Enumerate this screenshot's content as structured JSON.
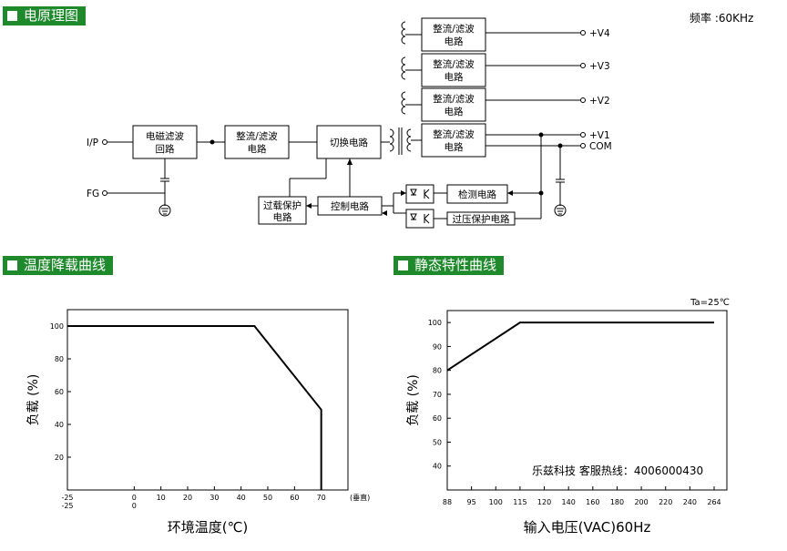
{
  "sections": {
    "block_diagram_title": "电原理图",
    "derating_title": "温度降载曲线",
    "static_title": "静态特性曲线"
  },
  "frequency_note": "频率 :60KHz",
  "diagram": {
    "input_label": "I/P",
    "fg_label": "FG",
    "emi_filter": [
      "电磁滤波",
      "回路"
    ],
    "input_rectifier": [
      "整流/滤波",
      "电路"
    ],
    "switching": "切换电路",
    "control": "控制电路",
    "overload": [
      "过载保护",
      "电路"
    ],
    "detection": "检测电路",
    "ovp": "过压保护电路",
    "output_rectifier": [
      "整流/滤波",
      "电路"
    ],
    "outputs": [
      "+V4",
      "+V3",
      "+V2",
      "+V1",
      "COM"
    ]
  },
  "chart_data": [
    {
      "type": "line",
      "title": "温度降载曲线",
      "xlabel": "环境温度(℃)",
      "ylabel": "负载 (%)",
      "x_ticks": [
        "-25",
        "0",
        "10",
        "20",
        "30",
        "40",
        "50",
        "60",
        "70"
      ],
      "x_ticks_second_row": [
        "-25",
        "0"
      ],
      "x_axis_note": "(垂直)",
      "y_ticks": [
        "20",
        "40",
        "60",
        "80",
        "100"
      ],
      "xlim": [
        -25,
        80
      ],
      "ylim": [
        0,
        110
      ],
      "series": [
        {
          "x": [
            -25,
            45,
            70,
            70
          ],
          "y": [
            100,
            100,
            49,
            0
          ]
        }
      ],
      "grid": false
    },
    {
      "type": "line",
      "title": "静态特性曲线",
      "xlabel": "输入电压(VAC)60Hz",
      "ylabel": "负载 (%)",
      "annotation": "Ta=25℃",
      "x_ticks": [
        "88",
        "95",
        "100",
        "115",
        "120",
        "140",
        "160",
        "180",
        "200",
        "220",
        "240",
        "264"
      ],
      "y_ticks": [
        "40",
        "50",
        "60",
        "70",
        "80",
        "90",
        "100"
      ],
      "ylim": [
        30,
        105
      ],
      "series": [
        {
          "x": [
            "88",
            "115",
            "264"
          ],
          "y": [
            80,
            100,
            100
          ]
        }
      ],
      "grid": false
    }
  ],
  "hotline": "乐兹科技 客服热线：4006000430"
}
